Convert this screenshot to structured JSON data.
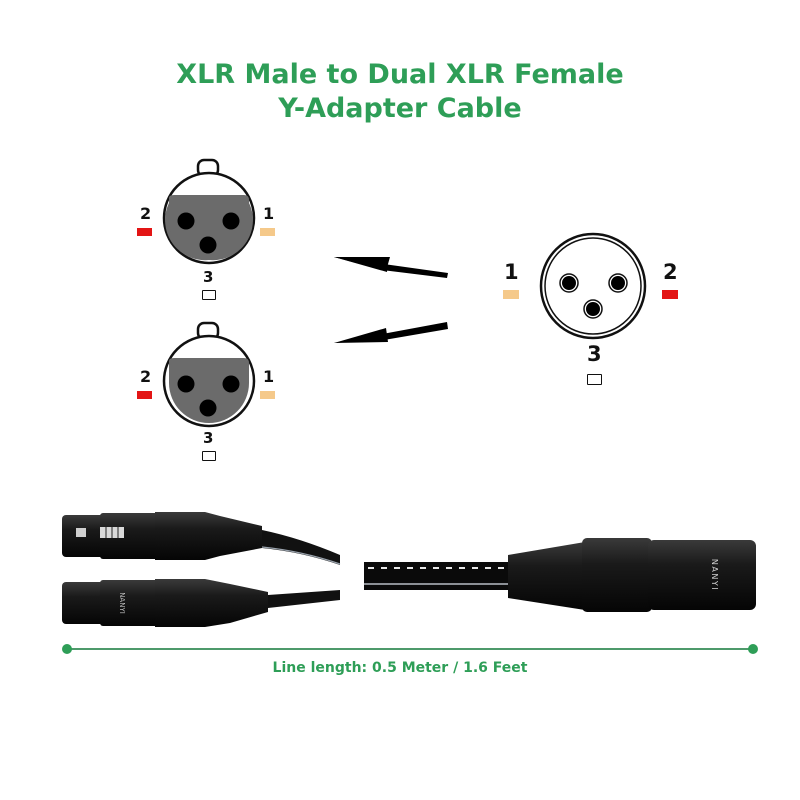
{
  "title": {
    "line1": "XLR Male to Dual XLR Female",
    "line2": "Y-Adapter Cable"
  },
  "colors": {
    "accent_green": "#2e9e57",
    "pin1_color": "#f5c98a",
    "pin2_color": "#e31515",
    "pin3_color": "#ffffff",
    "socket_face": "#6b6b6b"
  },
  "female_connectors": [
    {
      "id": "top",
      "pins": {
        "left_label": "2",
        "right_label": "1",
        "bottom_label": "3"
      }
    },
    {
      "id": "bottom",
      "pins": {
        "left_label": "2",
        "right_label": "1",
        "bottom_label": "3"
      }
    }
  ],
  "male_connector": {
    "pins": {
      "left_label": "1",
      "right_label": "2",
      "bottom_label": "3"
    }
  },
  "arrows": [
    {
      "direction": "from male to top female"
    },
    {
      "direction": "from male to bottom female"
    }
  ],
  "product": {
    "brand_female": "NANYI",
    "brand_male": "NANYI"
  },
  "measurement": {
    "caption": "Line length: 0.5 Meter / 1.6 Feet"
  }
}
